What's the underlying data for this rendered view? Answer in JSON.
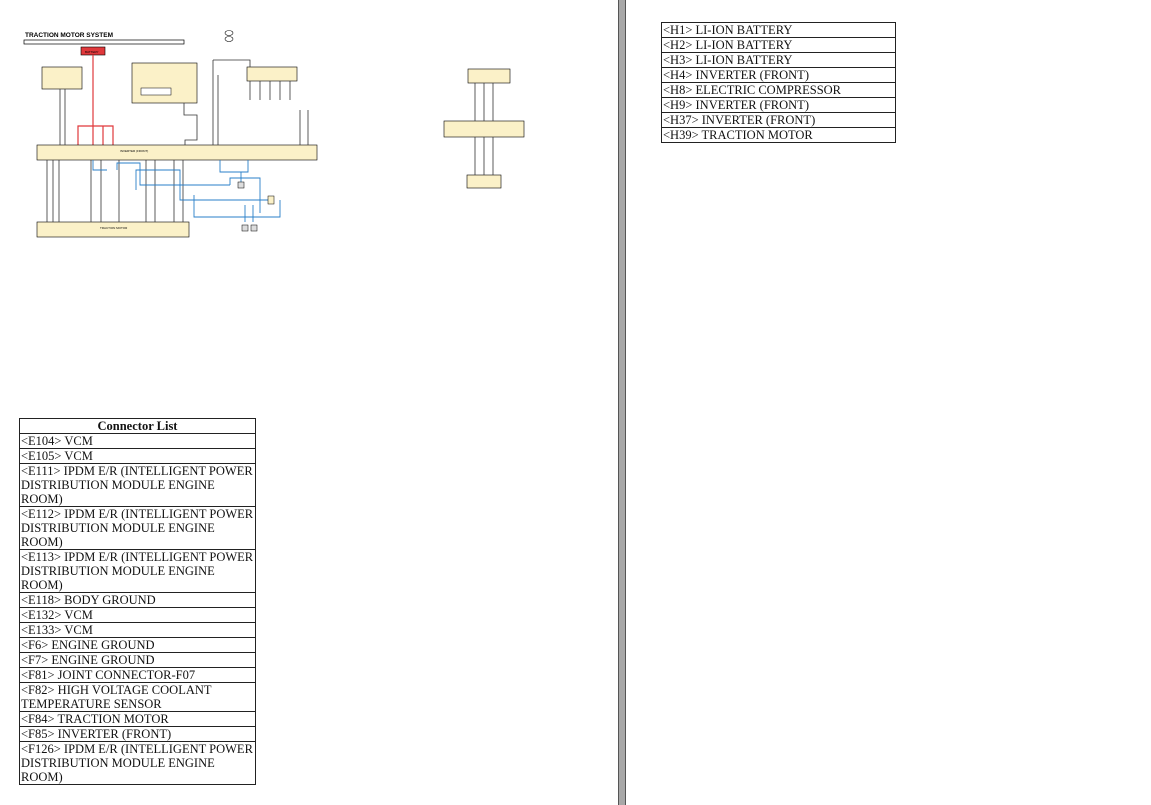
{
  "diagram": {
    "title": "TRACTION MOTOR SYSTEM",
    "battery_label": "BATTERY",
    "inverter_label": "INVERTER (FRONT)",
    "traction_motor_label": "TRACTION MOTOR",
    "colors": {
      "power": "#e0383b",
      "ground": "#2a7fc8",
      "component": "#fbf1c8"
    }
  },
  "connector_list_1": {
    "header": "Connector List",
    "items": [
      "<E104> VCM",
      "<E105> VCM",
      "<E111> IPDM E/R (INTELLIGENT POWER DISTRIBUTION MODULE ENGINE ROOM)",
      "<E112> IPDM E/R (INTELLIGENT POWER DISTRIBUTION MODULE ENGINE ROOM)",
      "<E113> IPDM E/R (INTELLIGENT POWER DISTRIBUTION MODULE ENGINE ROOM)",
      "<E118> BODY GROUND",
      "<E132> VCM",
      "<E133> VCM",
      "<F6> ENGINE GROUND",
      "<F7> ENGINE GROUND",
      "<F81> JOINT CONNECTOR-F07",
      "<F82> HIGH VOLTAGE COOLANT TEMPERATURE SENSOR",
      "<F84> TRACTION MOTOR",
      "<F85> INVERTER (FRONT)",
      "<F126> IPDM E/R (INTELLIGENT POWER DISTRIBUTION MODULE ENGINE ROOM)"
    ]
  },
  "connector_list_2": {
    "items": [
      "<H1> LI-ION BATTERY",
      "<H2> LI-ION BATTERY",
      "<H3> LI-ION BATTERY",
      "<H4> INVERTER (FRONT)",
      "<H8> ELECTRIC COMPRESSOR",
      "<H9> INVERTER (FRONT)",
      "<H37> INVERTER (FRONT)",
      "<H39> TRACTION MOTOR"
    ]
  }
}
